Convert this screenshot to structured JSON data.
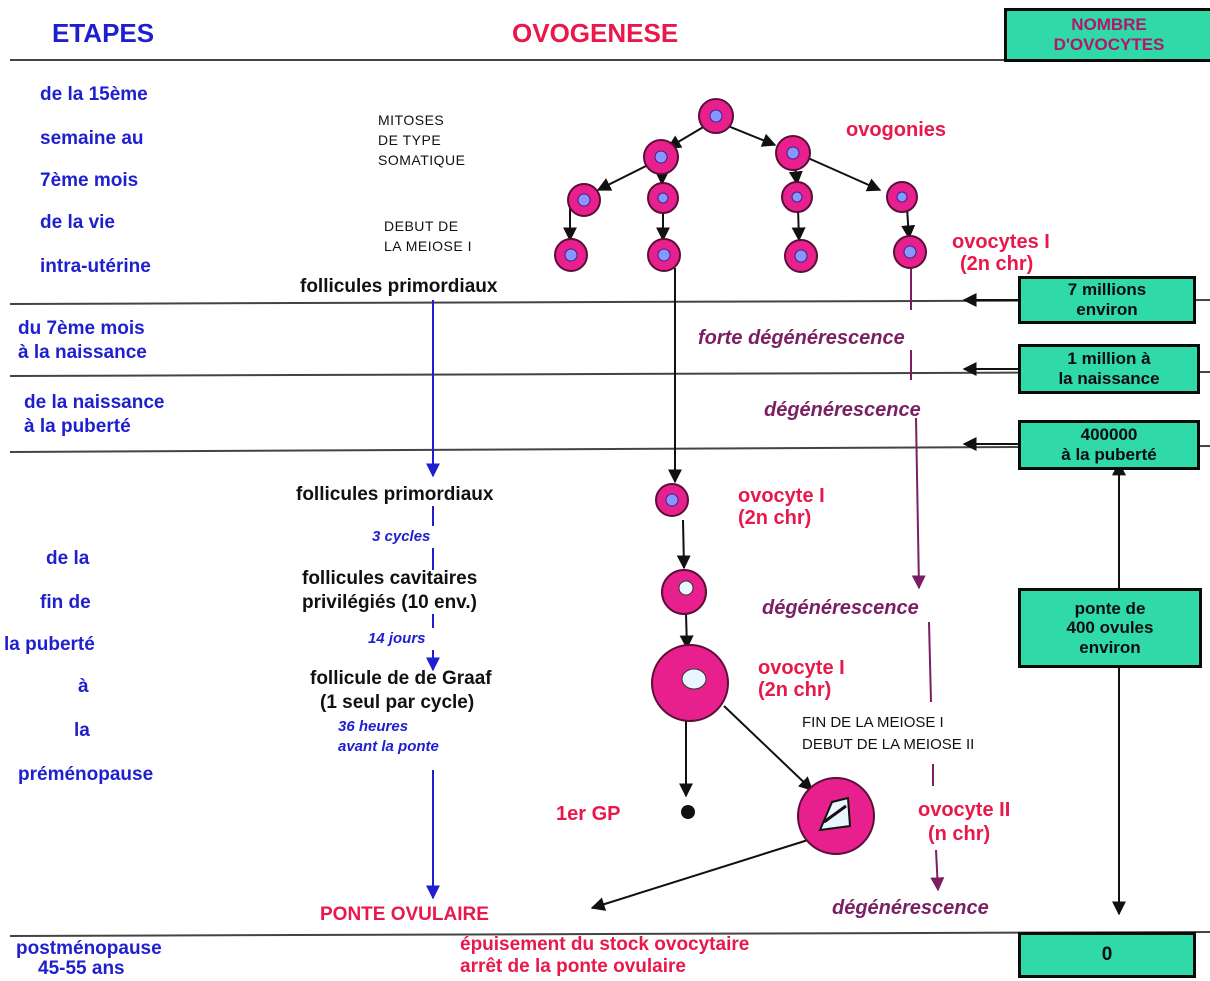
{
  "header": {
    "stages_title": "ETAPES",
    "main_title": "OVOGENESE",
    "count_title_line1": "NOMBRE",
    "count_title_line2": "D'OVOCYTES"
  },
  "stages": {
    "s1": [
      "de la 15ème",
      "semaine au",
      "7ème mois",
      "de la vie",
      "intra-utérine"
    ],
    "s2": [
      "du 7ème mois",
      "à la naissance"
    ],
    "s3": [
      "de la naissance",
      "à la puberté"
    ],
    "s4": [
      "de la",
      "fin  de",
      "la puberté",
      "à",
      "la",
      "préménopause"
    ],
    "s5": [
      "postménopause",
      "45-55 ans"
    ]
  },
  "labels": {
    "mitoses": [
      "MITOSES",
      "DE TYPE",
      "SOMATIQUE"
    ],
    "debut_meiose": [
      "DEBUT DE",
      "LA MEIOSE I"
    ],
    "ovogonies": "ovogonies",
    "ovocytes1": [
      "ovocytes I",
      "(2n chr)"
    ],
    "follicules_primordiaux_1": "follicules primordiaux",
    "forte_degenerescence": "forte dégénérescence",
    "degenerescence_1": "dégénérescence",
    "follicules_primordiaux_2": "follicules primordiaux",
    "ovocyte1_a": [
      "ovocyte I",
      "(2n chr)"
    ],
    "trois_cycles": "3 cycles",
    "follicules_cavitaires": [
      "follicules cavitaires",
      "privilégiés (10 env.)"
    ],
    "degenerescence_2": "dégénérescence",
    "quatorze_jours": "14 jours",
    "follicule_graaf": [
      "follicule de de Graaf",
      "(1 seul par cycle)"
    ],
    "ovocyte1_b": [
      "ovocyte I",
      "(2n chr)"
    ],
    "trente_six": [
      "36 heures",
      "avant la ponte"
    ],
    "fin_meiose": [
      "FIN DE LA MEIOSE I",
      "DEBUT DE LA MEIOSE II"
    ],
    "premier_gp": "1er GP",
    "ovocyte2": [
      "ovocyte II",
      "(n chr)"
    ],
    "ponte": "PONTE OVULAIRE",
    "degenerescence_3": "dégénérescence",
    "epuisement": [
      "épuisement du stock ovocytaire",
      "arrêt de la ponte ovulaire"
    ]
  },
  "counts": {
    "c1": [
      "7 millions",
      "environ"
    ],
    "c2": [
      "1 million à",
      "la naissance"
    ],
    "c3": [
      "400000",
      "à la puberté"
    ],
    "c4": [
      "ponte de",
      "400 ovules",
      "environ"
    ],
    "c5": "0"
  },
  "colors": {
    "cell": "#e8208e",
    "count_box": "#2fd9a8",
    "stage_text": "#1f1fcf",
    "cell_text": "#e8194a",
    "degeneration": "#7a1f62"
  }
}
